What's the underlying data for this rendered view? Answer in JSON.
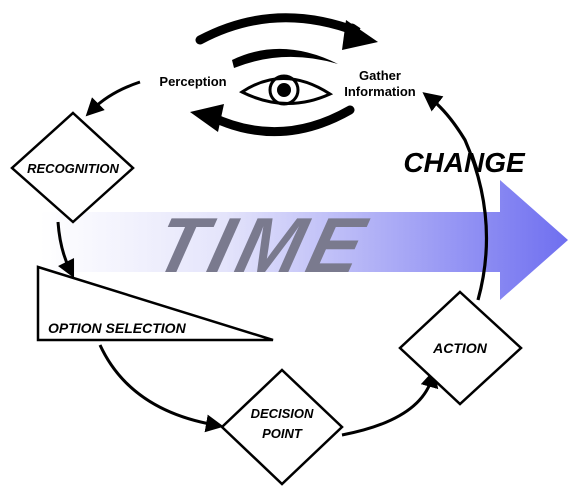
{
  "title": "",
  "banner": {
    "text": "TIME",
    "color_start": "#ffffff",
    "color_end": "#6f6ff0",
    "text_color": "#7a7a8e"
  },
  "labels": {
    "change": "CHANGE",
    "perception": "Perception",
    "gather_line1": "Gather",
    "gather_line2": "Information"
  },
  "nodes": {
    "recognition": "RECOGNITION",
    "option_selection": "OPTION SELECTION",
    "decision_line1": "DECISION",
    "decision_line2": "POINT",
    "action": "ACTION"
  },
  "icons": {
    "eye": "eye-icon"
  },
  "colors": {
    "stroke": "#000000",
    "fill": "#ffffff"
  }
}
